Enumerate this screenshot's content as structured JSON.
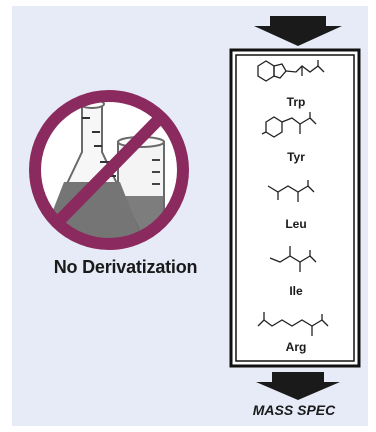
{
  "main_label": "No Derivatization",
  "output_label": "MASS SPEC",
  "icons": {
    "prohibition": "prohibition-sign-icon",
    "flask": "erlenmeyer-flask-icon",
    "beaker": "beaker-icon",
    "arrow": "down-arrow-icon"
  },
  "amino_acids": [
    {
      "abbr": "Trp"
    },
    {
      "abbr": "Tyr"
    },
    {
      "abbr": "Leu"
    },
    {
      "abbr": "Ile"
    },
    {
      "abbr": "Arg"
    }
  ],
  "colors": {
    "background": "#e6ebf7",
    "prohibition": "#8a2a5e",
    "liquid": "#7a7a7a",
    "arrow": "#1a1a1a"
  }
}
